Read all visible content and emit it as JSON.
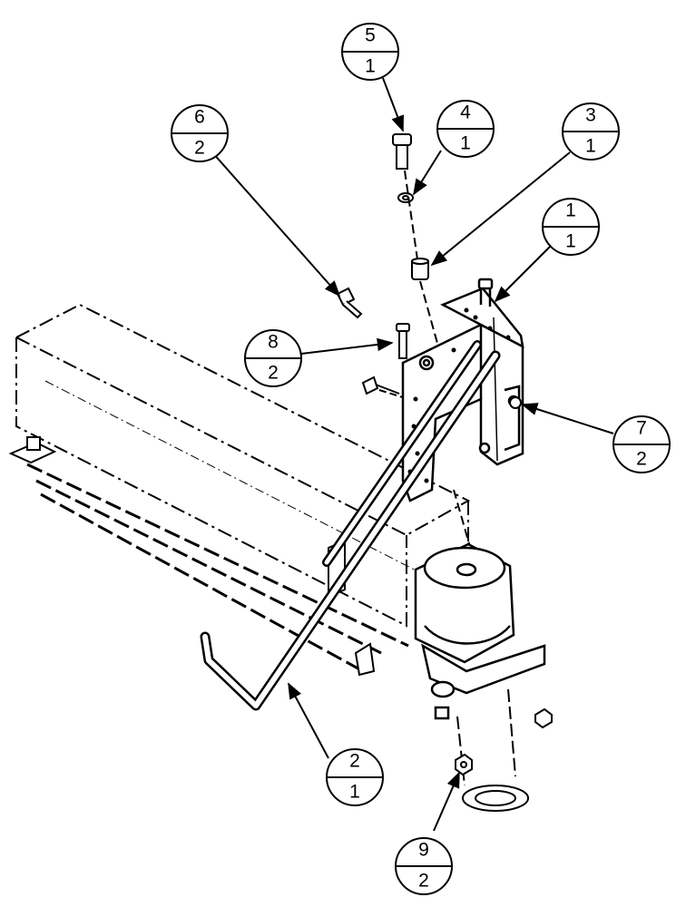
{
  "diagram": {
    "type": "exploded-parts-assembly",
    "colors": {
      "line": "#000000",
      "background": "#ffffff"
    },
    "callouts": [
      {
        "id": "c5",
        "item": "5",
        "qty": "1"
      },
      {
        "id": "c4",
        "item": "4",
        "qty": "1"
      },
      {
        "id": "c3",
        "item": "3",
        "qty": "1"
      },
      {
        "id": "c6",
        "item": "6",
        "qty": "2"
      },
      {
        "id": "c1",
        "item": "1",
        "qty": "1"
      },
      {
        "id": "c8",
        "item": "8",
        "qty": "2"
      },
      {
        "id": "c7",
        "item": "7",
        "qty": "2"
      },
      {
        "id": "c2",
        "item": "2",
        "qty": "1"
      },
      {
        "id": "c9",
        "item": "9",
        "qty": "2"
      }
    ]
  }
}
